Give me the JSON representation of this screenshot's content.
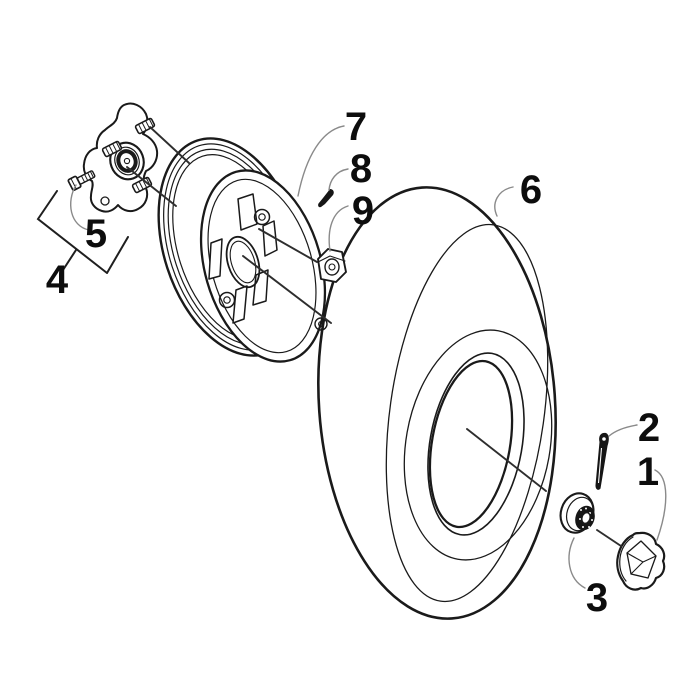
{
  "diagram": {
    "kind": "exploded-parts-diagram",
    "background_color": "#ffffff",
    "line_color": "#1a1a1a",
    "leader_color": "#8a8a8a",
    "label_color": "#0d0d0d"
  },
  "callouts": [
    {
      "number": "1",
      "part": "wheel-center-cap"
    },
    {
      "number": "2",
      "part": "cotter-pin"
    },
    {
      "number": "3",
      "part": "castle-nut"
    },
    {
      "number": "4",
      "part": "wheel-hub-assembly"
    },
    {
      "number": "5",
      "part": "hub-bolt"
    },
    {
      "number": "6",
      "part": "tire"
    },
    {
      "number": "7",
      "part": "wheel-rim"
    },
    {
      "number": "8",
      "part": "valve-stem"
    },
    {
      "number": "9",
      "part": "lug-nut"
    }
  ]
}
